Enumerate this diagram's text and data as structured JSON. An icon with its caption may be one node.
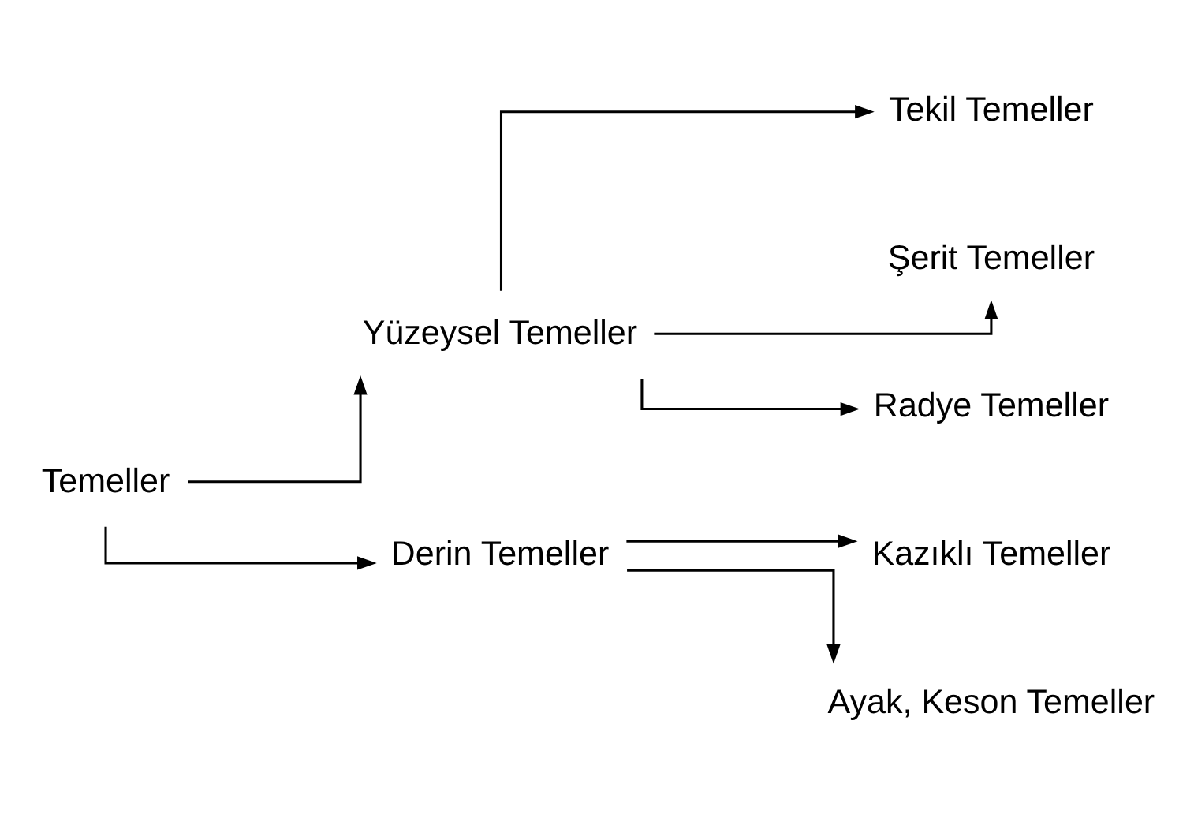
{
  "diagram": {
    "nodes": [
      {
        "text": [
          "Temeller"
        ]
      },
      {
        "text": [
          "Yüzeysel Temeller"
        ]
      },
      {
        "text": [
          "Derin Temeller"
        ]
      },
      {
        "text": [
          "Tekil Temeller"
        ]
      },
      {
        "text": [
          "Şerit Temeller"
        ]
      },
      {
        "text": [
          "Radye Temeller"
        ]
      },
      {
        "text": [
          "Kazıklı Temeller"
        ]
      },
      {
        "text": [
          "Ayak, Keson Temeller"
        ]
      }
    ],
    "edges": [
      {
        "from": 0,
        "to": 1,
        "arrow": "to"
      },
      {
        "from": 0,
        "to": 2,
        "arrow": "to"
      },
      {
        "from": 1,
        "to": 3,
        "arrow": "to"
      },
      {
        "from": 1,
        "to": 4,
        "arrow": "to"
      },
      {
        "from": 1,
        "to": 5,
        "arrow": "to"
      },
      {
        "from": 2,
        "to": 6,
        "arrow": "to"
      },
      {
        "from": 2,
        "to": 7,
        "arrow": "to"
      }
    ]
  }
}
